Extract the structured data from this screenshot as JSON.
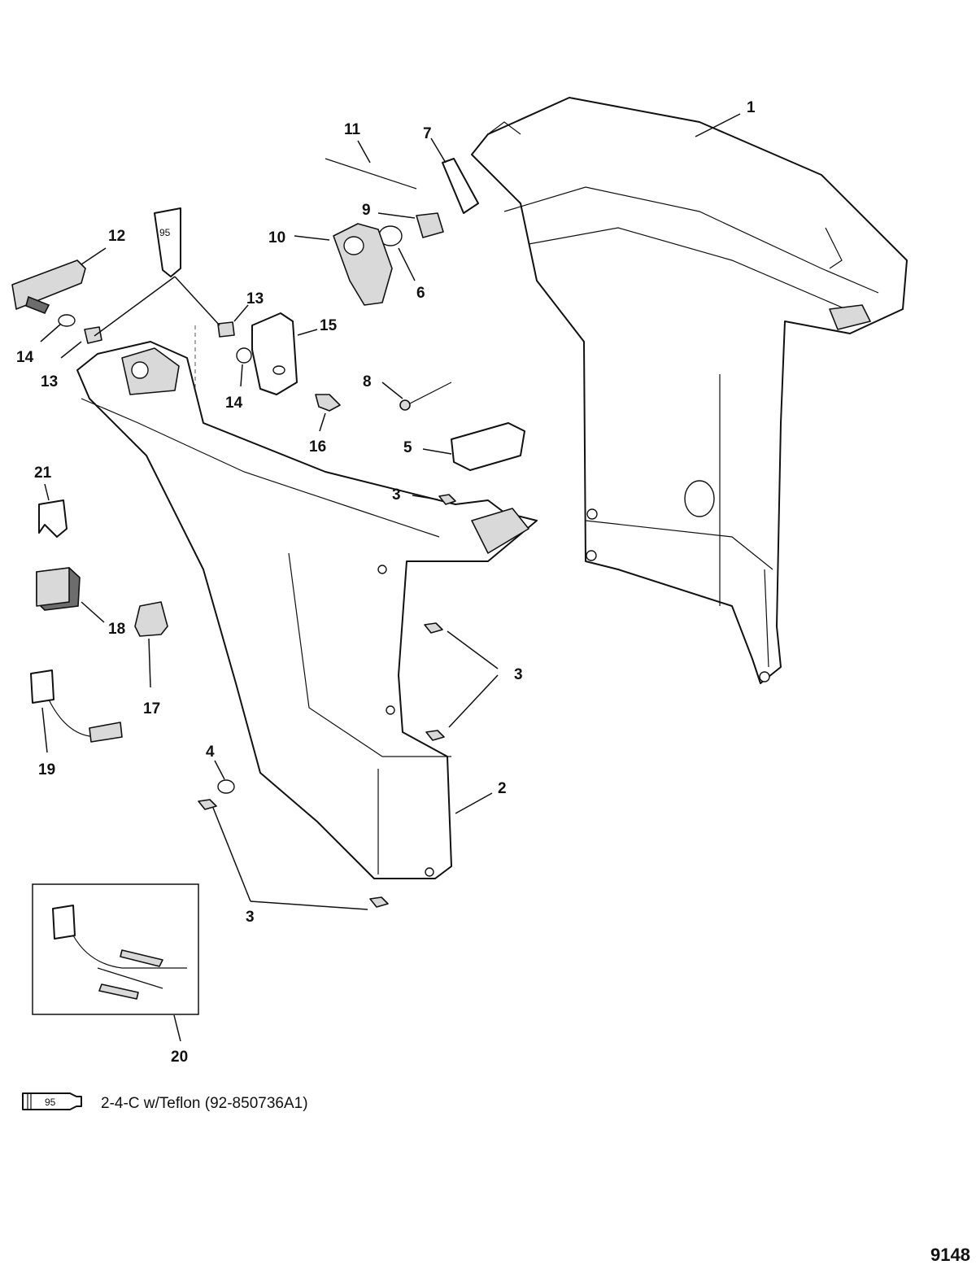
{
  "callouts": {
    "c1": "1",
    "c2": "2",
    "c3a": "3",
    "c3b": "3",
    "c3c": "3",
    "c4": "4",
    "c5": "5",
    "c6": "6",
    "c7": "7",
    "c8": "8",
    "c9": "9",
    "c10": "10",
    "c11": "11",
    "c12": "12",
    "c13a": "13",
    "c13b": "13",
    "c14a": "14",
    "c14b": "14",
    "c15": "15",
    "c16": "16",
    "c17": "17",
    "c18": "18",
    "c19": "19",
    "c20": "20",
    "c21": "21"
  },
  "sealant": {
    "tube_number": "95",
    "legend_tube_number": "95",
    "legend_text": "2-4-C w/Teflon (92-850736A1)"
  },
  "drawing_number": "9148"
}
